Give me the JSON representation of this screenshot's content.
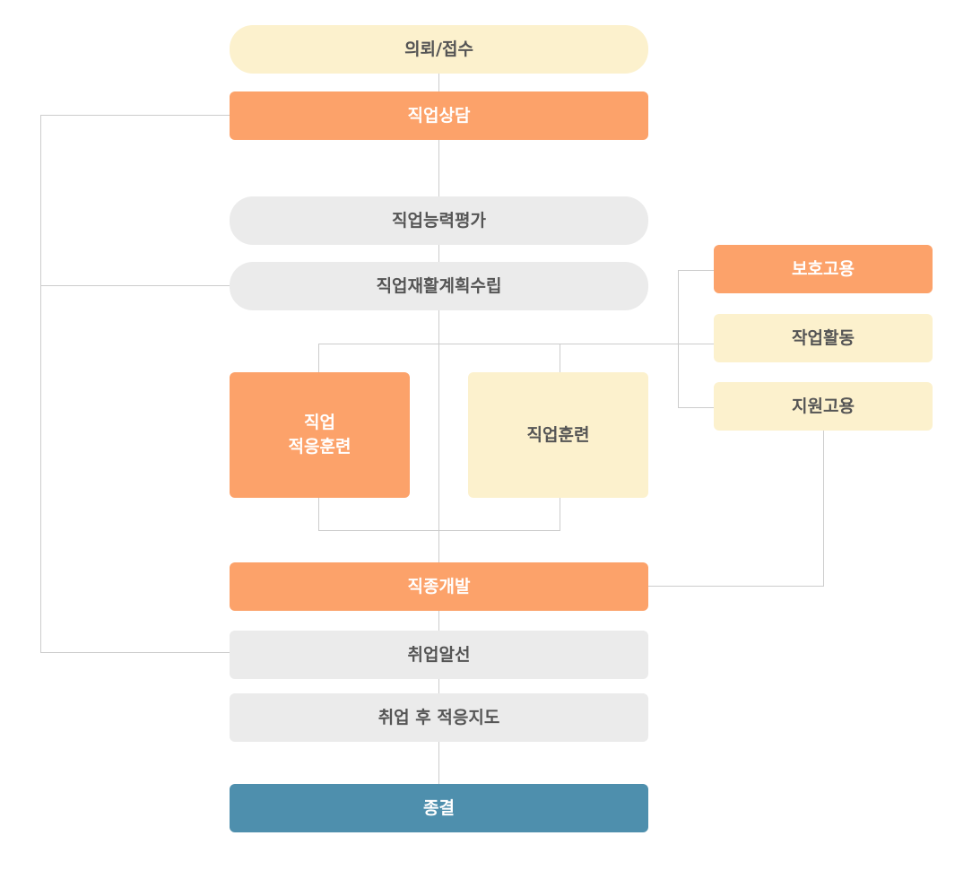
{
  "nodes": {
    "request_intake": "의뢰/접수",
    "job_counseling": "직업상담",
    "vocational_assessment": "직업능력평가",
    "rehab_planning": "직업재활계획수립",
    "job_adaptation_training": "직업\n적응훈련",
    "job_training": "직업훈련",
    "protected_employment": "보호고용",
    "work_activity": "작업활동",
    "supported_employment": "지원고용",
    "job_development": "직종개발",
    "job_placement": "취업알선",
    "post_employment_guidance": "취업 후 적응지도",
    "closure": "종결"
  },
  "colors": {
    "cream": "#fcf1cd",
    "orange": "#fca26a",
    "gray": "#ebebeb",
    "teal": "#4e8fad",
    "line": "#cccccc"
  }
}
